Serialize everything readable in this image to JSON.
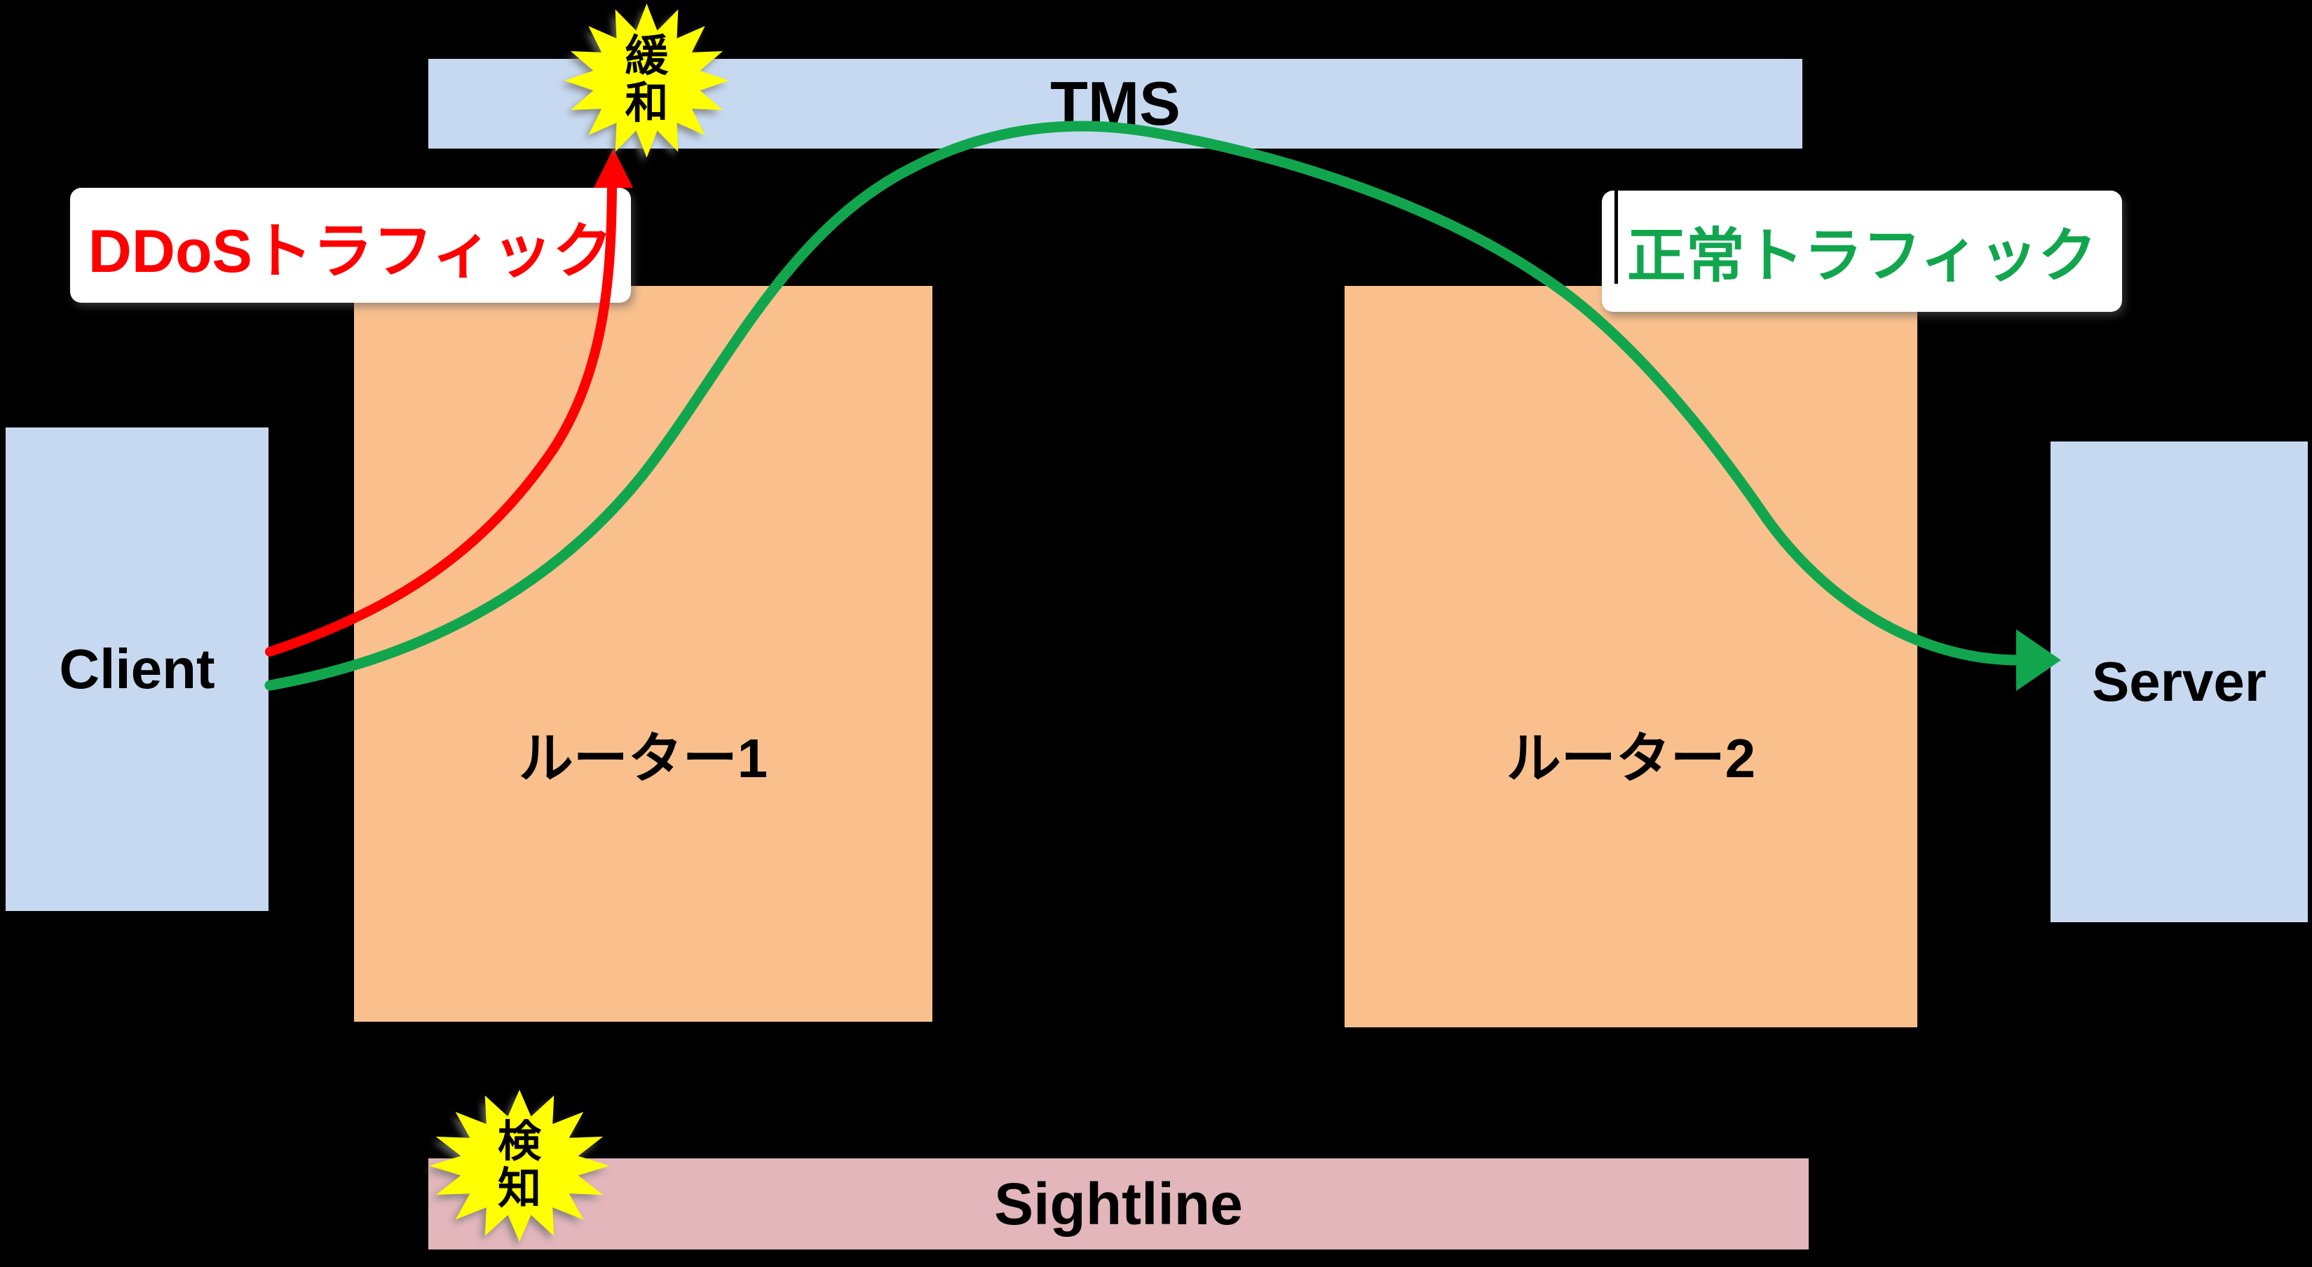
{
  "colors": {
    "background": "#000000",
    "box_blue": "#c7d9f0",
    "box_orange": "#f9c08d",
    "box_pink": "#e2b6bb",
    "burst_yellow": "#ffff00",
    "label_bg": "#ffffff",
    "red": "#ff0000",
    "green": "#11a64e",
    "text_black": "#000000"
  },
  "tms": {
    "label": "TMS"
  },
  "sightline": {
    "label": "Sightline"
  },
  "client": {
    "label": "Client"
  },
  "server": {
    "label": "Server"
  },
  "router1": {
    "label": "ルーター1"
  },
  "router2": {
    "label": "ルーター2"
  },
  "ddos_label": {
    "text": "DDoSトラフィック"
  },
  "normal_label": {
    "text": "正常トラフィック"
  },
  "mitigation_burst": {
    "lines": [
      "緩",
      "和"
    ]
  },
  "detection_burst": {
    "lines": [
      "検",
      "知"
    ]
  }
}
